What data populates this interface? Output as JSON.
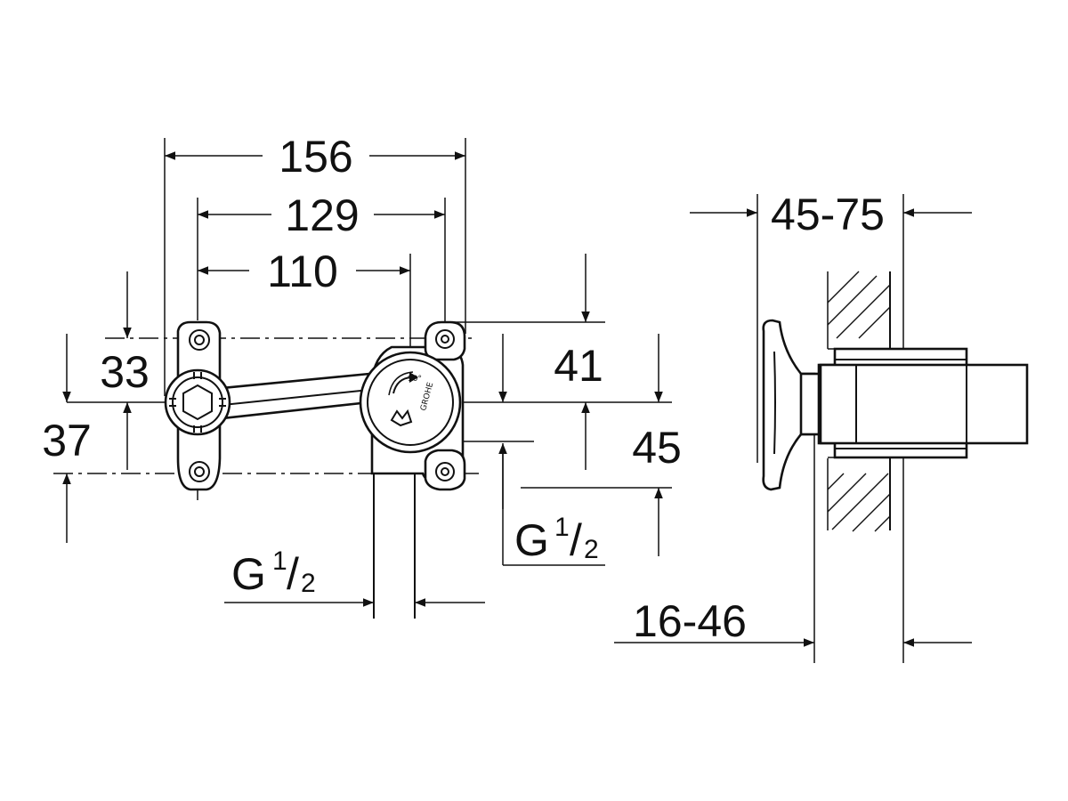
{
  "dimensions": {
    "width_156": "156",
    "width_129": "129",
    "width_110": "110",
    "depth_45_75": "45-75",
    "depth_16_46": "16-46",
    "height_33": "33",
    "height_37": "37",
    "height_41": "41",
    "height_45": "45"
  },
  "threads": [
    {
      "letter": "G",
      "numerator": "1",
      "slash": "/",
      "denominator": "2"
    },
    {
      "letter": "G",
      "numerator": "1",
      "slash": "/",
      "denominator": "2"
    }
  ],
  "body_marks": {
    "angle": "90°",
    "brand": "GROHE"
  }
}
